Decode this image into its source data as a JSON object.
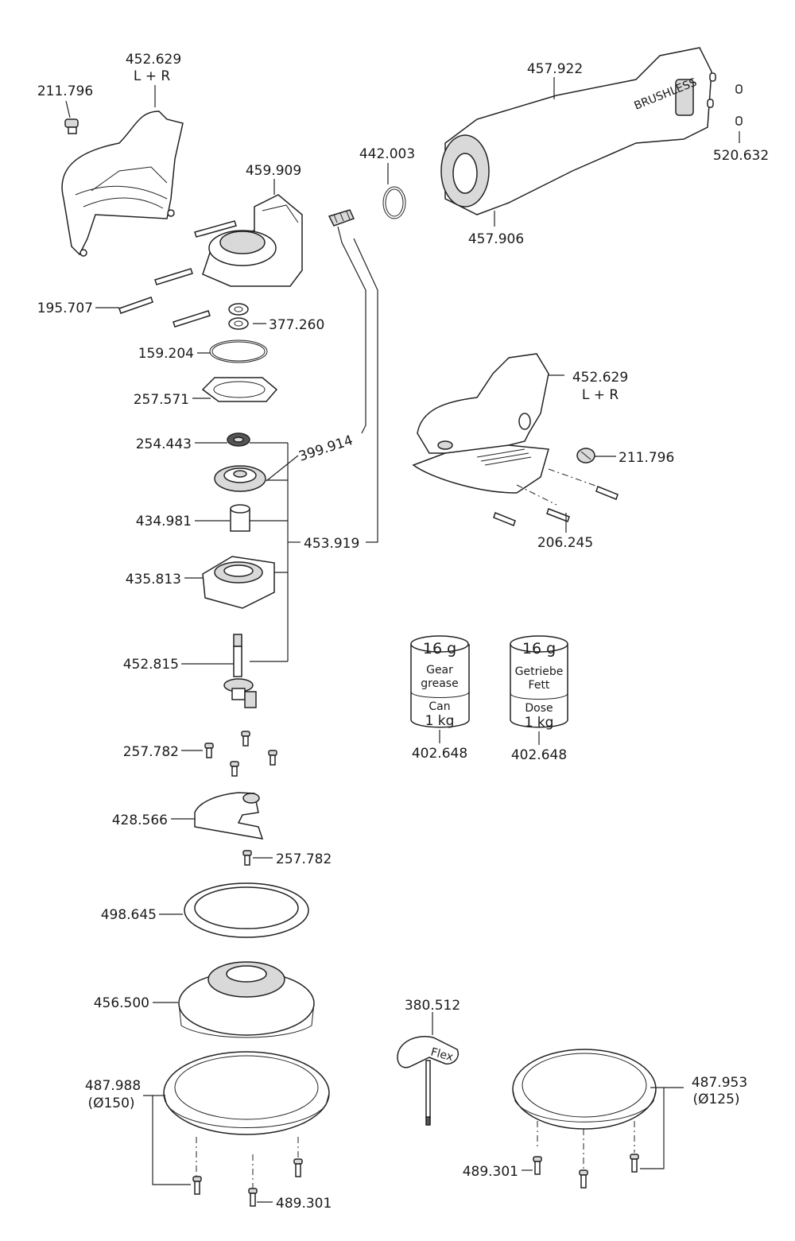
{
  "labels": {
    "p452629_top": "452.629",
    "p452629_top_sub": "L + R",
    "p211796_top": "211.796",
    "p459909": "459.909",
    "p442003": "442.003",
    "p457922": "457.922",
    "p520632": "520.632",
    "p457906": "457.906",
    "p195707": "195.707",
    "p377260": "377.260",
    "p159204": "159.204",
    "p257571": "257.571",
    "p254443": "254.443",
    "p399914": "399.914",
    "p452629_mid": "452.629",
    "p452629_mid_sub": "L + R",
    "p211796_mid": "211.796",
    "p434981": "434.981",
    "p453919": "453.919",
    "p206245": "206.245",
    "p435813": "435.813",
    "p452815": "452.815",
    "p257782_a": "257.782",
    "p402648_a": "402.648",
    "p402648_b": "402.648",
    "p428566": "428.566",
    "p257782_b": "257.782",
    "p498645": "498.645",
    "p456500": "456.500",
    "p380512": "380.512",
    "p487988": "487.988",
    "p487988_sub": "(Ø150)",
    "p487953": "487.953",
    "p487953_sub": "(Ø125)",
    "p489301_a": "489.301",
    "p489301_b": "489.301"
  },
  "cans": {
    "en": {
      "weight": "16 g",
      "line1": "Gear",
      "line2": "grease",
      "line3": "Can",
      "line4": "1 kg"
    },
    "de": {
      "weight": "16 g",
      "line1": "Getriebe",
      "line2": "Fett",
      "line3": "Dose",
      "line4": "1 kg"
    }
  },
  "text_on_parts": {
    "motor_brand": "BRUSHLESS",
    "wrench_brand": "Flex"
  }
}
